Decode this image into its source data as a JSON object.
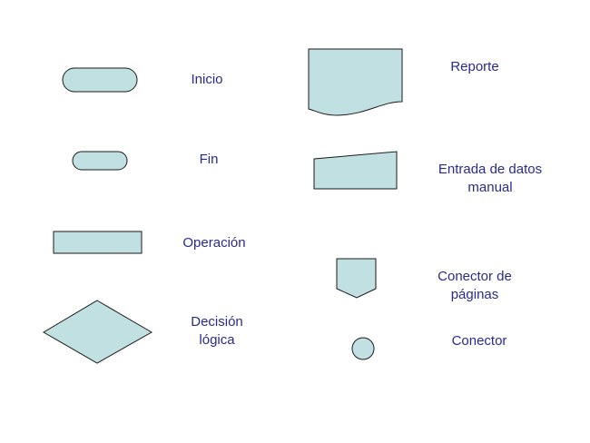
{
  "colors": {
    "shape_fill": "#c0e0e2",
    "shape_stroke": "#1a1a1a",
    "label_text": "#2a2a8c"
  },
  "symbols": [
    {
      "id": "inicio",
      "shape": "terminator",
      "label_lines": [
        "Inicio"
      ]
    },
    {
      "id": "fin",
      "shape": "terminator",
      "label_lines": [
        "Fin"
      ]
    },
    {
      "id": "operacion",
      "shape": "process",
      "label_lines": [
        "Operación"
      ]
    },
    {
      "id": "decision",
      "shape": "decision",
      "label_lines": [
        "Decisión",
        "lógica"
      ]
    },
    {
      "id": "reporte",
      "shape": "document",
      "label_lines": [
        "Reporte"
      ]
    },
    {
      "id": "entrada-manual",
      "shape": "manual-input",
      "label_lines": [
        "Entrada de datos",
        "manual"
      ]
    },
    {
      "id": "conector-paginas",
      "shape": "off-page-connector",
      "label_lines": [
        "Conector de",
        "páginas"
      ]
    },
    {
      "id": "conector",
      "shape": "connector",
      "label_lines": [
        "Conector"
      ]
    }
  ]
}
